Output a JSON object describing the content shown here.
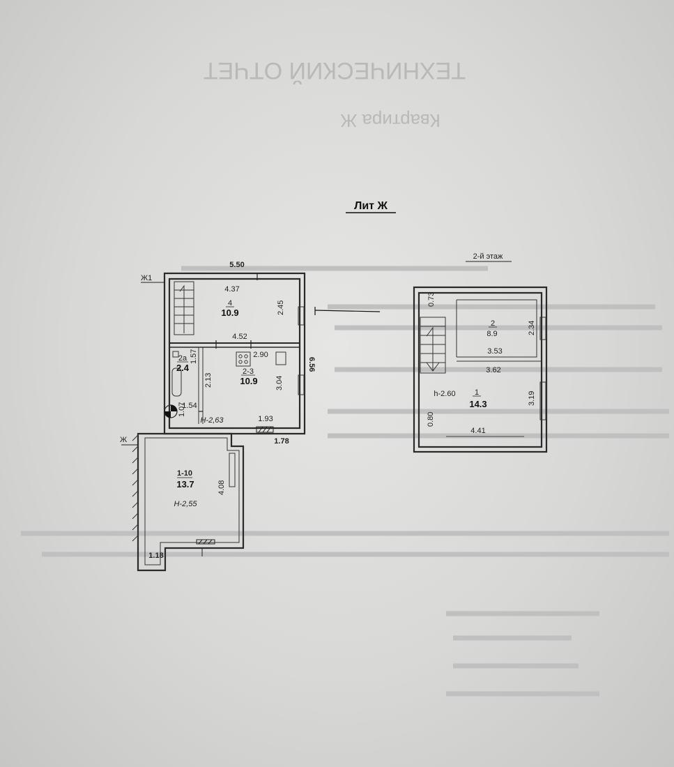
{
  "bleed_through": {
    "header_1": "ТЕХНИЧЕСКИЙ ОТЧЕТ",
    "header_2": "Квартира Ж"
  },
  "plan": {
    "title": "Лит Ж",
    "floor2_label": "2-й этаж",
    "marker_zh1": "Ж1",
    "marker_zh": "Ж",
    "ground": {
      "overall_width": "5.50",
      "overall_depth": "6.56",
      "room4": {
        "number": "4",
        "area": "10.9",
        "top": "4.37",
        "bottom": "4.52",
        "side": "2.45"
      },
      "room2a": {
        "number": "2а",
        "area": "2.4",
        "dim_v": "1.57",
        "dim_h": "1.54",
        "dim_s": "1.07"
      },
      "room23": {
        "number": "2-3",
        "area": "10.9",
        "top": "2.90",
        "left": "2.13",
        "right": "3.04",
        "bottom": "1.93",
        "height": "H-2,63"
      },
      "porch": {
        "dim": "1.78"
      },
      "room110": {
        "number": "1-10",
        "area": "13.7",
        "side": "4.08",
        "height": "H-2,55",
        "bottom": "1.18"
      }
    },
    "upper": {
      "room2": {
        "number": "2",
        "area": "8.9",
        "top": "0.73",
        "bottom": "3.53",
        "side": "2.34"
      },
      "room1": {
        "number": "1",
        "area": "14.3",
        "top": "3.62",
        "side": "3.19",
        "left": "0.80",
        "bottom": "4.41",
        "height": "h-2.60"
      }
    }
  }
}
